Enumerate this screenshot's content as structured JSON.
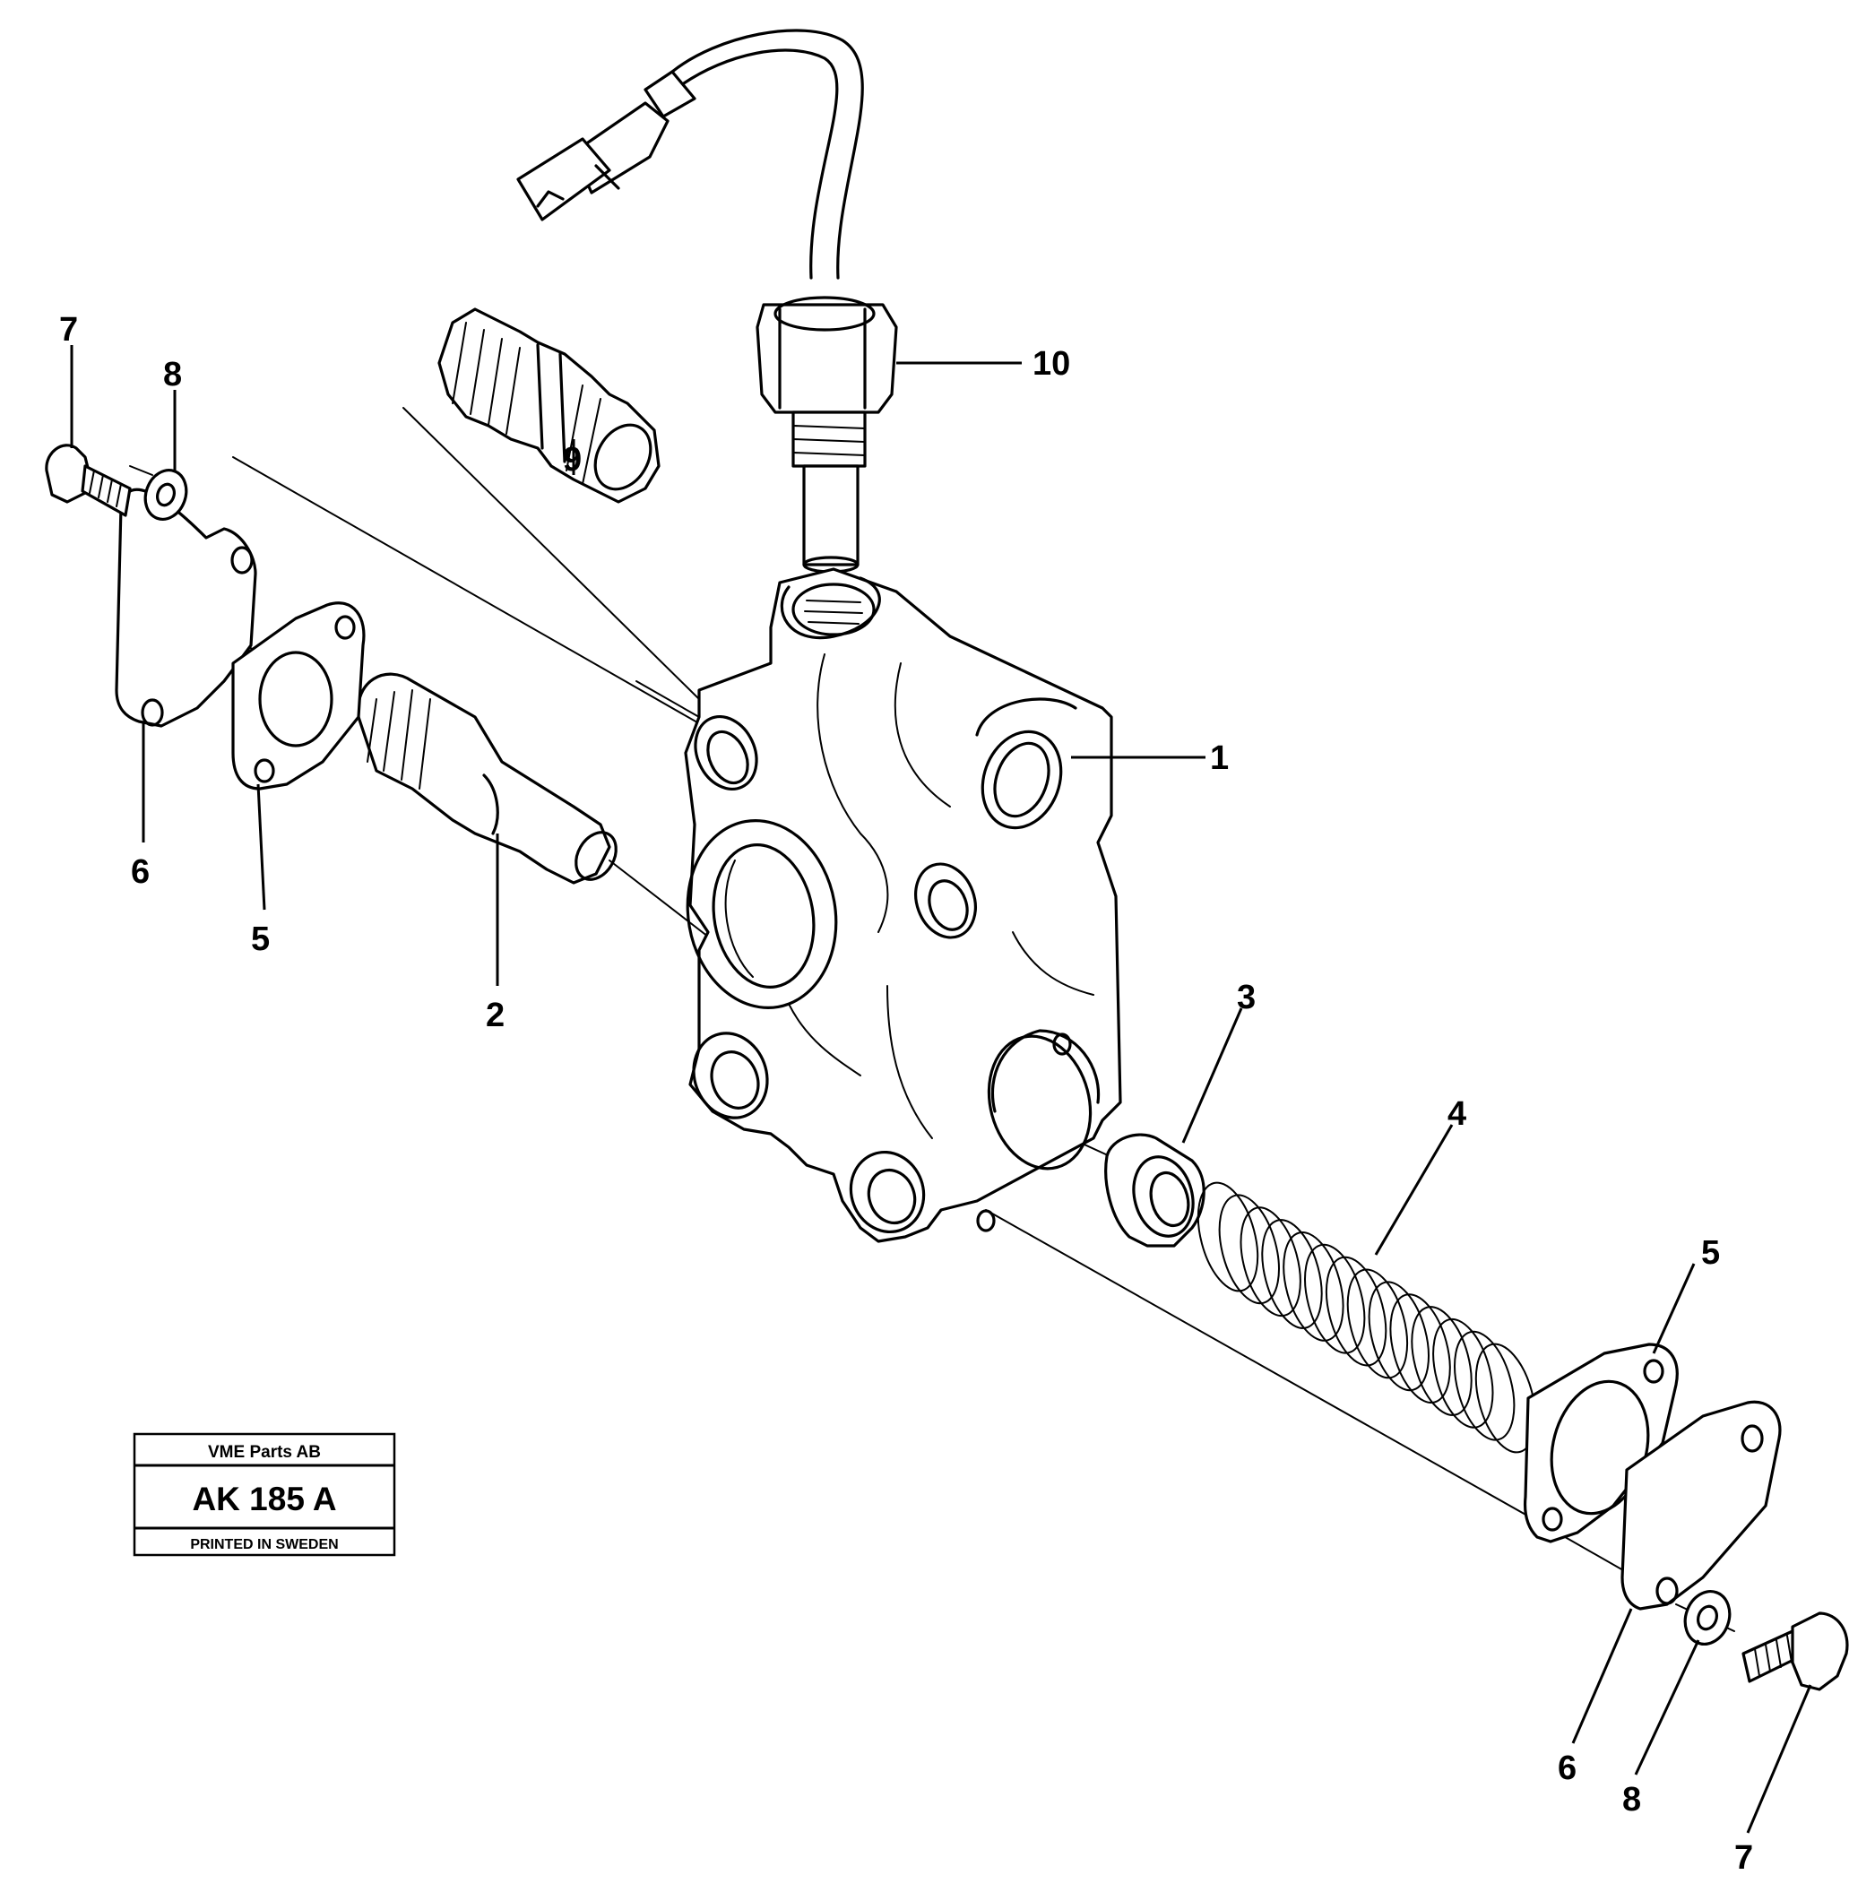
{
  "labels": {
    "l1": "1",
    "l2": "2",
    "l3": "3",
    "l4": "4",
    "l5a": "5",
    "l5b": "5",
    "l6a": "6",
    "l6b": "6",
    "l7a": "7",
    "l7b": "7",
    "l8a": "8",
    "l8b": "8",
    "l9": "9",
    "l10": "10"
  },
  "stamp": {
    "company": "VME Parts AB",
    "code": "AK 185 A",
    "printed": "PRINTED IN SWEDEN"
  }
}
